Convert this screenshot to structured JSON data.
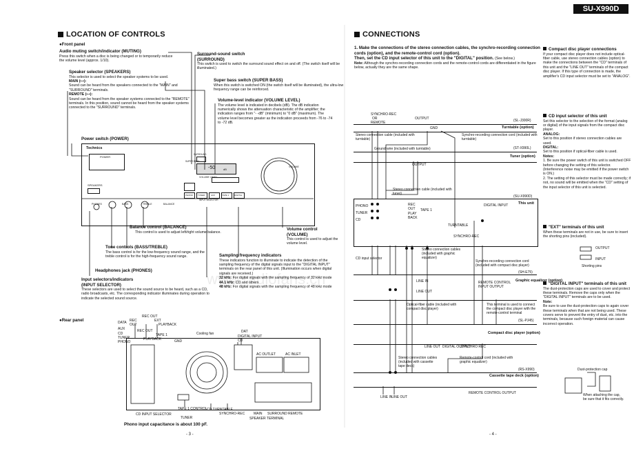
{
  "model": "SU-X990D",
  "left": {
    "heading": "LOCATION OF CONTROLS",
    "front_panel": "●Front panel",
    "rear_panel": "●Rear panel",
    "muting": {
      "title": "Audio muting switch/indicator (MUTING)",
      "text": "Press this switch when a disc is being changed or to temporarily reduce the volume level (approx. 1/10)."
    },
    "speakers": {
      "title": "Speaker selector (SPEAKERS)",
      "l1": "This selector is used to select the speaker systems to be used.",
      "main_lbl": "MAIN (▪-▪):",
      "main_text": "Sound can be heard from the speakers connected to the \"MAIN\" and \"SURROUND\" terminals.",
      "remote_lbl": "REMOTE (▪-▪):",
      "remote_text": "Sound can be heard from the speaker systems connected to the \"REMOTE\" terminals. In this position, sound cannot be heard from the speaker systems connected to the \"SURROUND\" terminals."
    },
    "power": "Power switch (POWER)",
    "surround": {
      "title": "Surround-sound switch",
      "title2": "(SURROUND)",
      "text": "This switch is used to switch the surround sound effect on and off. (The switch itself will be illuminated.)"
    },
    "superbass": {
      "title": "Super bass switch (SUPER BASS)",
      "text": "When this switch is switched ON (the switch itself will be illuminated), the ultra-low frequency range can be reinforced."
    },
    "volume_ind": {
      "title": "Volume-level indicator (VOLUME LEVEL)",
      "text": "The volume level is indicated in decibels (dB). The dB indication numerically shows the attenuation characteristic of the amplifier; the indication ranges from \"- -dB\" (minimum) to \"0 dB\" (maximum). The volume level becomes greater as the indication proceeds from -76 to -74 to -72 dB."
    },
    "balance": {
      "title": "Balance control (BALANCE)",
      "text": "This control is used to adjust left/right volume balance."
    },
    "tone": {
      "title": "Tone controls (BASS/TREBLE)",
      "text": "The bass control is for the low-frequency sound range, and the treble control is for the high-frequency sound range."
    },
    "headphones": "Headphones jack (PHONES)",
    "volume": {
      "title": "Volume control",
      "title2": "(VOLUME)",
      "text": "This control is used to adjust the volume level."
    },
    "sampling": {
      "title": "Sampling frequency indicators",
      "text": "These indicators function to illuminate to indicate the detection of the sampling frequency of the digital signals input to the \"DIGITAL INPUT\" terminals on the rear panel of this unit. (Illumination occurs when digital signals are received.)",
      "f32": "32 kHz:",
      "f32t": "For digital signals with the sampling frequency of 32 kHz mode",
      "f44": "44.1 kHz:",
      "f44t": "CD and others",
      "f48": "48 kHz:",
      "f48t": "For digital signals with the sampling frequency of 48 kHz mode"
    },
    "input": {
      "title": "Input selectors/indicators",
      "title2": "(INPUT SELECTOR)",
      "text": "These selectors are used to select the sound source to be heard, such as a CD, radio broadcasts, etc. The corresponding indicator illuminates during operation to indicate the selected sound source."
    },
    "phono_note": "Phono input capacitance is about 100 pF.",
    "page": "- 3 -",
    "panel_labels": {
      "brand": "Technics",
      "power": "POWER",
      "speakers": "SPEAKERS",
      "phones": "PHONES",
      "bass": "BASS",
      "treble": "TREBLE",
      "balance": "BALANCE",
      "volume": "VOLUME",
      "display": "-50",
      "db": "dB",
      "surround": "SURROUND",
      "superbass": "SUPER BASS",
      "level": "VOLUME LEVEL",
      "input_sel": "INPUT SELECTOR",
      "inputs": [
        "PHONO",
        "TUNER",
        "AUX",
        "TAPE 1",
        "DIGITAL"
      ]
    },
    "rear_labels": {
      "rec_out": "REC OUT",
      "data_rec": "DATA",
      "rec": "REC",
      "out": "OUT",
      "playback": "PLAYBACK",
      "ext": "EXT",
      "aux": "AUX",
      "cd": "CD",
      "tuner": "TUNER",
      "phono": "PHONO",
      "tape1": "TAPE 1",
      "gnd": "GND",
      "cooling": "Cooling fan",
      "dat": "DAT",
      "digital_input": "DIGITAL INPUT",
      "cd2": "CD",
      "ac_outlet": "AC OUTLET",
      "ac_inlet": "AC INLET",
      "cd_input_selector": "CD INPUT SELECTOR",
      "tape1_control": "TAPE 1 CONTROL",
      "tuner2": "TUNER",
      "cd_turntable": "CD TURNTABLE",
      "synchro": "SYNCHRO-REC",
      "main": "MAIN",
      "surround": "SURROUND",
      "remote": "REMOTE",
      "speaker_terminal": "SPEAKER TERMINAL"
    }
  },
  "right": {
    "heading": "CONNECTIONS",
    "step1": "1. Make the connections of the stereo connection cables, the synchro-recording connection cords (option), and the remote-control cord (option).",
    "step1b": "Then, set the CD input selector of this unit to the \"DIGITAL\" position.",
    "see_below": "(See below.)",
    "note_lbl": "Note:",
    "note_text": "Although the synchro-recording connection cords and the remote-control cords are differentiated in the figure below, actually they are the same shape.",
    "devices": {
      "turntable_model": "(SL-J300R)",
      "turntable": "Turntable (option)",
      "tuner_model": "(ST-X990L)",
      "tuner": "Tuner (option)",
      "unit_model": "(SU-X990D)",
      "unit": "This unit",
      "eq_model": "(SH-E75)",
      "eq": "Graphic equalizer (option)",
      "cd_model": "(SL-PJ45)",
      "cd": "Compact disc player (option)",
      "cass_model": "(RS-X990)",
      "cass": "Cassette tape deck (option)"
    },
    "diag": {
      "synchro_rec": "SYNCHRO-REC",
      "remote": "REMOTE",
      "or": "OR",
      "output": "OUTPUT",
      "gnd": "GND",
      "stereo_turntable": "Stereo connection cable (included with turntable)",
      "synchro_turntable": "Synchro-recording connection cord (included with turntable)",
      "ground": "Ground wire (included with turntable)",
      "stereo_tuner": "Stereo connection cable (included with tuner)",
      "phono": "PHONO",
      "tuner": "TUNER",
      "cd": "CD",
      "rec": "REC",
      "out": "OUT",
      "play": "PLAY",
      "back": "BACK",
      "tape1": "TAPE 1",
      "digital_input": "DIGITAL INPUT",
      "turntable": "TURNTABLE",
      "synchro2": "SYNCHRO-REC",
      "cd_input_selector": "CD input selector",
      "stereo_eq": "Stereo connection cables (included with graphic equalizer)",
      "synchro_cd": "Synchro-recording connection cord (included with compact disc player)",
      "line_in": "LINE IN",
      "line_out": "LINE OUT",
      "remote_control": "REMOTE CONTROL",
      "input": "INPUT",
      "optical": "Optical-fiber cable (included with compact disc player)",
      "terminal_note": "This terminal is used to connect the compact disc player with the remote-control terminal",
      "digital_output": "DIGITAL OUTPUT",
      "synchro_rec2": "SYNCHRO REC",
      "stereo_cass": "Stereo connection cables (included with cassette tape deck)",
      "remote_cord": "Remote-control cord (included with graphic equalizer)",
      "remote_control_output": "REMOTE CONTROL OUTPUT"
    },
    "side": {
      "cd_conn_title": "Compact disc player connections",
      "cd_conn_text": "If your compact disc player does not include optical-fiber cable, use stereo connection cables (option) to make the connections between the \"CD\" terminals of this unit and the \"LINE OUT\" terminals of the compact disc player. If this type of connection is made, the amplifier's CD input selector must be set to \"ANALOG\".",
      "sel_title": "CD input selector of this unit",
      "sel_text": "Set this selector to the selection of the format (analog or digital) of the input signals from the compact disc player.",
      "analog_lbl": "ANALOG:",
      "analog_text": "Set to this position if stereo connection cables are used.",
      "digital_lbl": "DIGITAL:",
      "digital_text": "Set to this position if optical-fiber cable is used.",
      "notes_lbl": "Notes:",
      "note1": "1. Be sure the power switch of this unit is switched OFF before changing the setting of this selector. (Interference noise may be emitted if the power switch is ON.)",
      "note2": "2. The setting of this selector must be made correctly; if not, no sound will be emitted when the \"CD\" setting of the input selector of this unit is selected.",
      "ext_title": "\"EXT\" terminals of this unit",
      "ext_text": "When these terminals are not in use, be sure to insert the shorting pins (included).",
      "ext_output": "OUTPUT",
      "ext_input": "INPUT",
      "shorting": "Shorting pins",
      "dig_title": "\"DIGITAL INPUT\" terminals of this unit",
      "dig_text": "The dust-protection caps are used to cover and protect these terminals. Remove the caps only when the \"DIGITAL INPUT\" terminals are to be used.",
      "dig_note_lbl": "Note:",
      "dig_note": "Be sure to use the dust-protection caps to again cover these terminals when that are not being used. These covers serve to prevent the entry of dust, etc. into the terminals, because such foreign material can cause incorrect operation.",
      "dust_cap": "Dust-protection cap",
      "attach": "When attaching the cap, be sure that it fits correctly."
    },
    "page": "- 4 -"
  },
  "watermark": "www.radiofans.cn"
}
